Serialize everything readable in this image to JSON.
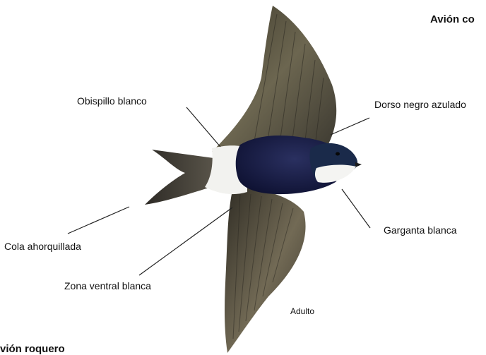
{
  "titles": {
    "top_right": "Avión co",
    "bottom_left": "vión roquero"
  },
  "labels": {
    "rump": "Obispillo blanco",
    "back": "Dorso negro azulado",
    "tail": "Cola ahorquillada",
    "belly": "Zona ventral blanca",
    "throat": "Garganta blanca",
    "age": "Adulto"
  }
}
